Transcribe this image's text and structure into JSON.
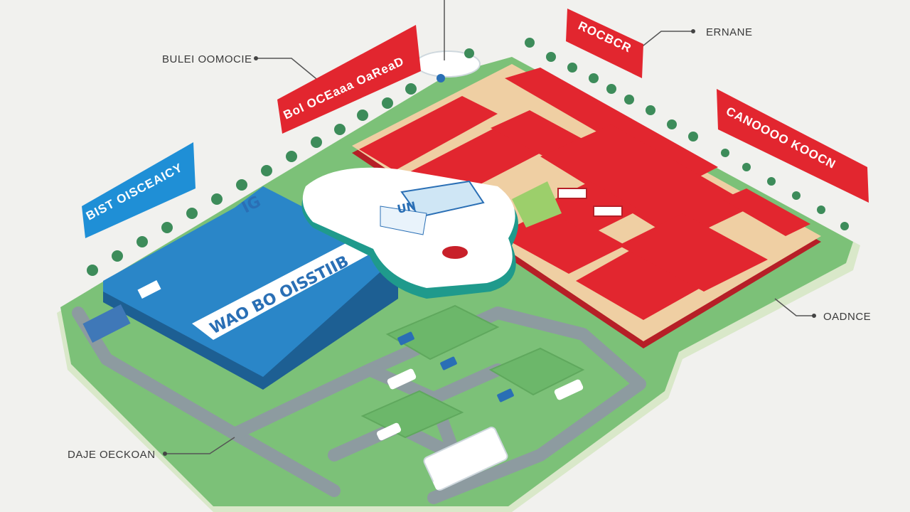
{
  "labels": {
    "top_left": "BULEI OOMOCIE",
    "top_right": "ERNANE",
    "right": "OADNCE",
    "bottom_left": "DAJE OECKOAN"
  },
  "flags": {
    "red_left": "Bol OCEaaa OaReaD",
    "red_top": "ROCBCR",
    "red_right": "CANOOOO KOOCN",
    "blue": "BIST OISCEAICY"
  },
  "building": {
    "main_sign": "WAO BO OISSTIIB",
    "top_sign": "IG",
    "center_sign": "UN"
  },
  "colors": {
    "background": "#f1f1ee",
    "grass": "#7cc178",
    "grass_dark": "#5fa85d",
    "road": "#8a9aa0",
    "red": "#e2262f",
    "sand": "#efcfa3",
    "blue": "#2a86c8",
    "white_building": "#ffffff",
    "teal": "#1f9a8c"
  }
}
